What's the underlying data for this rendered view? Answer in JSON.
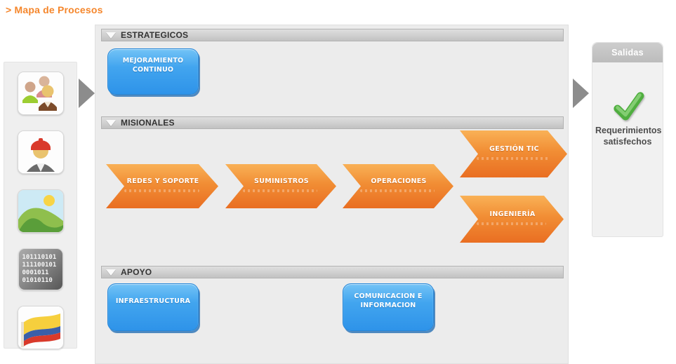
{
  "page": {
    "title": "> Mapa de Procesos"
  },
  "colors": {
    "title_orange": "#f5862b",
    "process_orange_top": "#f9b156",
    "process_orange_bottom": "#e96e22",
    "process_blue_top": "#73c3f6",
    "process_blue_bottom": "#2e93e9",
    "section_bar_gray": "#c2c2c2",
    "flow_arrow_gray": "#8c8c8c",
    "check_green": "#4fae3f"
  },
  "sidebar": {
    "icons": [
      {
        "name": "people-group-icon"
      },
      {
        "name": "worker-helmet-icon"
      },
      {
        "name": "landscape-image-icon"
      },
      {
        "name": "binary-code-icon"
      },
      {
        "name": "colombia-flag-icon"
      }
    ],
    "binary_lines": [
      "101110101",
      "111100101",
      "0001011",
      "01010110"
    ]
  },
  "process_map": {
    "sections": {
      "estrategicos": "ESTRATEGICOS",
      "misionales": "MISIONALES",
      "apoyo": "APOYO"
    },
    "estrategicos_items": [
      {
        "label": "MEJORAMIENTO CONTINUO"
      }
    ],
    "misionales_items": [
      {
        "label": "REDES Y SOPORTE"
      },
      {
        "label": "SUMINISTROS"
      },
      {
        "label": "OPERACIONES"
      },
      {
        "label": "GESTIÓN TIC"
      },
      {
        "label": "INGENIERÍA"
      }
    ],
    "apoyo_items": [
      {
        "label": "INFRAESTRUCTURA"
      },
      {
        "label": "COMUNICACION E INFORMACION"
      }
    ]
  },
  "salidas": {
    "header": "Salidas",
    "result": "Requerimientos satisfechos"
  }
}
